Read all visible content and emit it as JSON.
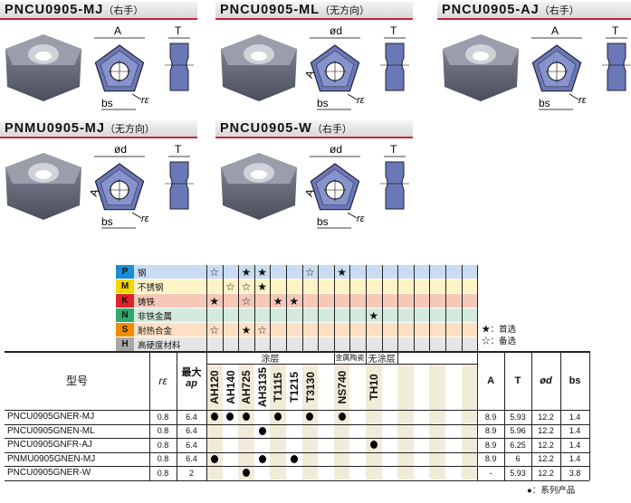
{
  "inserts": [
    {
      "code": "PNCU0905-MJ",
      "hand": "（右手）",
      "dim_main": "A",
      "dim_t": "T",
      "dim_bs": "bs",
      "dim_re": "rε"
    },
    {
      "code": "PNCU0905-ML",
      "hand": "（无方向）",
      "dim_main": "ød",
      "dim_t": "T",
      "dim_bs": "bs",
      "dim_re": "rε",
      "dim_side": "A"
    },
    {
      "code": "PNCU0905-AJ",
      "hand": "（右手）",
      "dim_main": "A",
      "dim_t": "T",
      "dim_bs": "bs",
      "dim_re": "rε"
    },
    {
      "code": "PNMU0905-MJ",
      "hand": "（无方向）",
      "dim_main": "ød",
      "dim_t": "T",
      "dim_bs": "bs",
      "dim_re": "rε",
      "dim_side": "A"
    },
    {
      "code": "PNCU0905-W",
      "hand": "（右手）",
      "dim_main": "ød",
      "dim_t": "T",
      "dim_bs": "bs",
      "dim_re": "rε",
      "dim_side": "A"
    }
  ],
  "materials": [
    {
      "code": "P",
      "name": "钢",
      "chip": "#1a8fd6",
      "bg": "#c9dcf2",
      "marks": {
        "0": "☆",
        "2": "★",
        "3": "★",
        "6": "☆",
        "8": "★"
      }
    },
    {
      "code": "M",
      "name": "不锈钢",
      "chip": "#f5d400",
      "bg": "#fdf3c6",
      "marks": {
        "1": "☆",
        "2": "☆",
        "3": "★"
      }
    },
    {
      "code": "K",
      "name": "铸铁",
      "chip": "#e0242c",
      "bg": "#f6c8b8",
      "marks": {
        "0": "★",
        "2": "☆",
        "4": "★",
        "5": "★"
      }
    },
    {
      "code": "N",
      "name": "非铁金属",
      "chip": "#2fa86a",
      "bg": "#d3eadc",
      "marks": {
        "10": "★"
      }
    },
    {
      "code": "S",
      "name": "耐热合金",
      "chip": "#f08c00",
      "bg": "#fde0c4",
      "marks": {
        "0": "☆",
        "2": "★",
        "3": "☆"
      }
    },
    {
      "code": "H",
      "name": "高硬度材料",
      "chip": "#a8a8a8",
      "bg": "#e6e6e6",
      "marks": {}
    }
  ],
  "legend": {
    "preferred": "★：首选",
    "alternative": "☆：备选",
    "series": "●：系列产品"
  },
  "table": {
    "headers": {
      "model": "型号",
      "re": "rε",
      "ap_line1": "最大",
      "ap_line2": "ap",
      "A": "A",
      "T": "T",
      "od": "ød",
      "bs": "bs"
    },
    "groups": [
      {
        "label": "涂层",
        "from": 0,
        "to": 7
      },
      {
        "label": "金属陶瓷",
        "from": 8,
        "to": 9
      },
      {
        "label": "无涂层",
        "from": 10,
        "to": 11
      }
    ],
    "grades": [
      "AH120",
      "AH140",
      "AH725",
      "AH3135",
      "T1115",
      "T1215",
      "T3130",
      "",
      "NS740",
      "",
      "TH10",
      "",
      "",
      "",
      "",
      "",
      ""
    ],
    "rows": [
      {
        "model": "PNCU0905GNER-MJ",
        "re": "0.8",
        "ap": "6.4",
        "dots": [
          0,
          1,
          2,
          4,
          6,
          8
        ],
        "A": "8.9",
        "T": "5.93",
        "od": "12.2",
        "bs": "1.4"
      },
      {
        "model": "PNCU0905GNEN-ML",
        "re": "0.8",
        "ap": "6.4",
        "dots": [
          3
        ],
        "A": "8.9",
        "T": "5.96",
        "od": "12.2",
        "bs": "1.4"
      },
      {
        "model": "PNCU0905GNFR-AJ",
        "re": "0.8",
        "ap": "6.4",
        "dots": [
          10
        ],
        "A": "8.9",
        "T": "6.25",
        "od": "12.2",
        "bs": "1.4"
      },
      {
        "model": "PNMU0905GNEN-MJ",
        "re": "0.8",
        "ap": "6.4",
        "dots": [
          0,
          3,
          5
        ],
        "A": "8.9",
        "T": "6",
        "od": "12.2",
        "bs": "1.4"
      },
      {
        "model": "PNCU0905GNER-W",
        "re": "0.8",
        "ap": "2",
        "dots": [
          2
        ],
        "A": "-",
        "T": "5.93",
        "od": "12.2",
        "bs": "3.8"
      }
    ]
  }
}
